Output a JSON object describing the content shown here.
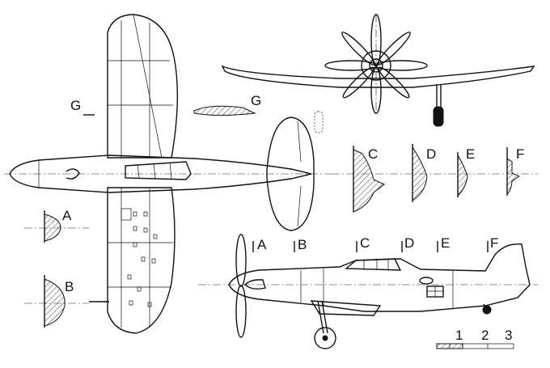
{
  "section_labels": {
    "A": "A",
    "B": "B",
    "C": "C",
    "D": "D",
    "E": "E",
    "F": "F",
    "G": "G"
  },
  "side_view_labels": [
    "A",
    "B",
    "C",
    "D",
    "E",
    "F"
  ],
  "scale_bar": {
    "ticks": [
      "1",
      "2",
      "3"
    ]
  },
  "colors": {
    "ink": "#111111",
    "paper": "#ffffff"
  }
}
